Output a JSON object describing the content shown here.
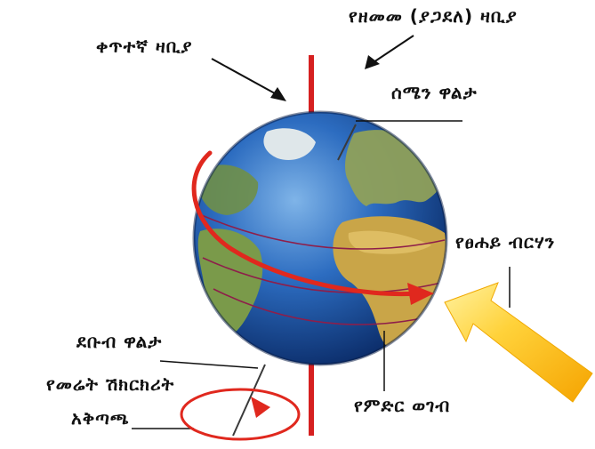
{
  "labels": {
    "vertical_axis": "ቀጥተኛ ዛቢያ",
    "tilted_axis": "የዘመመ (ያጋደለ) ዛቢያ",
    "north_pole": "ሰሜን ዋልታ",
    "sunlight": "የፀሐይ ብርሃን",
    "south_pole": "ደቡብ ዋልታ",
    "rotation": "የመሬት ሽክርክሪት",
    "direction": "አቅጣጫ",
    "equator": "የምድር ወገብ"
  },
  "colors": {
    "axis": "#d62020",
    "rotation_arrow": "#e0281e",
    "sun_arrow": "#f7c21a",
    "ocean": "#1f5fb0",
    "land": "#c7a54a"
  }
}
